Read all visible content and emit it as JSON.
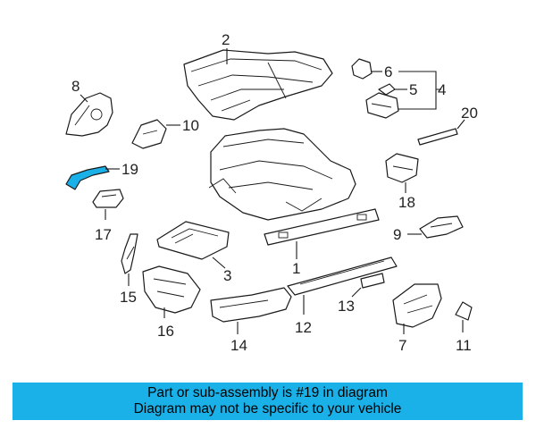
{
  "diagram": {
    "highlight_color": "#1ab0e8",
    "callouts": {
      "c1": "1",
      "c2": "2",
      "c3": "3",
      "c4": "4",
      "c5": "5",
      "c6": "6",
      "c7": "7",
      "c8": "8",
      "c9": "9",
      "c10": "10",
      "c11": "11",
      "c12": "12",
      "c13": "13",
      "c14": "14",
      "c15": "15",
      "c16": "16",
      "c17": "17",
      "c18": "18",
      "c19": "19",
      "c20": "20"
    }
  },
  "banner": {
    "line1": "Part or sub-assembly is #19 in diagram",
    "line2": "Diagram may not be specific to your vehicle",
    "background": "#1ab0e8"
  }
}
